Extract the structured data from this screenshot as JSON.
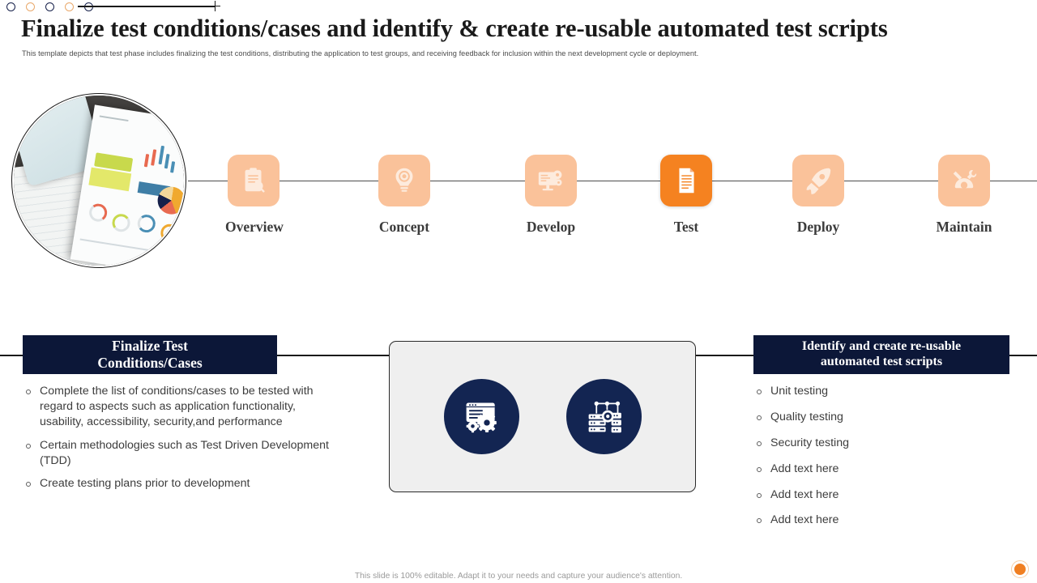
{
  "header": {
    "title": "Finalize test conditions/cases and identify & create re-usable automated test scripts",
    "subtitle": "This template depicts that test phase includes finalizing the test conditions, distributing the application to test groups, and receiving feedback for inclusion within the next development cycle or deployment."
  },
  "decoration": {
    "dots": [
      "navy",
      "orange",
      "navy",
      "orange",
      "navy"
    ],
    "end_marker": "plus-cross"
  },
  "photo": {
    "alt_name": "business-reports-and-charts-photo"
  },
  "timeline": {
    "steps": [
      {
        "label": "Overview",
        "icon": "clipboard-search-icon",
        "active": false
      },
      {
        "label": "Concept",
        "icon": "lightbulb-gear-icon",
        "active": false
      },
      {
        "label": "Develop",
        "icon": "monitor-gear-icon",
        "active": false
      },
      {
        "label": "Test",
        "icon": "document-lines-icon",
        "active": true
      },
      {
        "label": "Deploy",
        "icon": "rocket-icon",
        "active": false
      },
      {
        "label": "Maintain",
        "icon": "gear-tools-icon",
        "active": false
      }
    ]
  },
  "left_card": {
    "heading": "Finalize Test Conditions/Cases",
    "heading_line1": "Finalize Test",
    "heading_line2": "Conditions/Cases",
    "bullets": [
      "Complete the list of conditions/cases to be tested with regard to aspects such as application functionality,  usability,  accessibility, security,and performance",
      "Certain methodologies such as Test Driven Development (TDD)",
      "Create testing plans prior to development"
    ]
  },
  "center_panel": {
    "icons": [
      {
        "name": "browser-settings-gears-icon"
      },
      {
        "name": "server-network-target-icon"
      }
    ]
  },
  "right_card": {
    "heading": "Identify and create re-usable automated test scripts",
    "heading_line1": "Identify and create re-usable",
    "heading_line2": "automated test scripts",
    "bullets": [
      "Unit testing",
      "Quality testing",
      "Security testing",
      "Add text here",
      "Add text here",
      "Add text here"
    ]
  },
  "footer": {
    "note": "This slide is 100% editable.  Adapt it to your needs and capture your audience's attention."
  },
  "colors": {
    "navy": "#0c1738",
    "accent_orange": "#f58220",
    "tile_peach": "#fac29a",
    "panel_gray": "#efefef",
    "icon_circle_navy": "#132552"
  }
}
